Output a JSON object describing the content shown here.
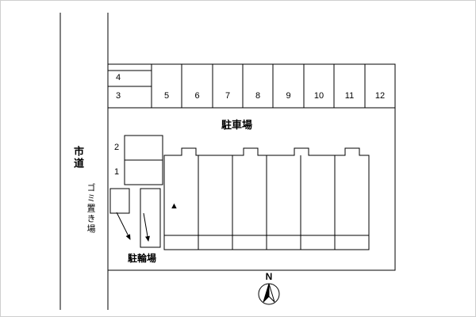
{
  "labels": {
    "road": "市道",
    "parking_lot": "駐車場",
    "garbage": "ゴミ置き場",
    "bicycle": "駐輪場",
    "north": "N",
    "entrance_marker": "▲"
  },
  "parking": {
    "top_row": [
      "5",
      "6",
      "7",
      "8",
      "9",
      "10",
      "11",
      "12"
    ],
    "left_column": [
      "4",
      "3"
    ],
    "inner_column": [
      "2",
      "1"
    ]
  }
}
